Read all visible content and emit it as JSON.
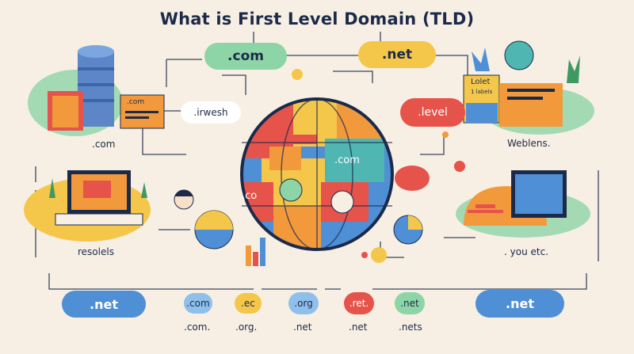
{
  "title": "What is First Level Domain (TLD)",
  "colors": {
    "background": "#f7efe3",
    "navy": "#1c2a4a",
    "green": "#8dd5a6",
    "yellow": "#f4c74b",
    "blue": "#4f8fd6",
    "red": "#e5534b",
    "orange": "#f29a3b",
    "teal": "#4fb6b2"
  },
  "top_pills": {
    "com": ".com",
    "net": ".net"
  },
  "globe_labels": {
    "level": ".level",
    "irwesh": ".irwesh",
    "com_mid": ".com",
    "co": ".co"
  },
  "icon_labels": {
    "card_com": ".com",
    "card_lolet": "Lolet",
    "card_labels": "1 labels"
  },
  "section_labels": {
    "top_left": ".com",
    "top_right": "Weblens.",
    "mid_left": "resolels",
    "mid_right": ". you etc."
  },
  "bottom_row": {
    "left_pill": ".net",
    "right_pill": ".net",
    "circles": [
      {
        "text": ".com",
        "caption": ".com.",
        "icon": "blue-circle"
      },
      {
        "text": ".ec",
        "caption": ".org.",
        "icon": "yellow-circle"
      },
      {
        "text": ".org",
        "caption": ".net",
        "icon": "blue-circle"
      },
      {
        "text": ".ret.",
        "caption": ".net",
        "icon": "red-circle"
      },
      {
        "text": ".net",
        "caption": ".nets",
        "icon": "green-circle"
      }
    ]
  }
}
